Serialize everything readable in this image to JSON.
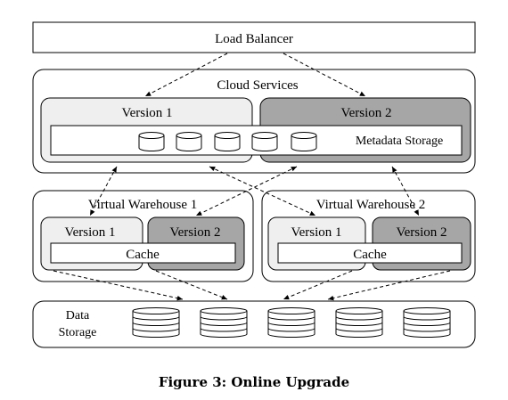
{
  "load_balancer": {
    "label": "Load Balancer"
  },
  "cloud_services": {
    "label": "Cloud Services",
    "version1": "Version 1",
    "version2": "Version 2",
    "metadata_storage": "Metadata Storage"
  },
  "warehouses": [
    {
      "label": "Virtual Warehouse 1",
      "version1": "Version 1",
      "version2": "Version 2",
      "cache": "Cache"
    },
    {
      "label": "Virtual Warehouse 2",
      "version1": "Version 1",
      "version2": "Version 2",
      "cache": "Cache"
    }
  ],
  "data_storage": {
    "label_line1": "Data",
    "label_line2": "Storage"
  },
  "caption": "Figure 3: Online Upgrade",
  "colors": {
    "old_version_fill": "#efefef",
    "new_version_fill": "#a6a6a6"
  }
}
